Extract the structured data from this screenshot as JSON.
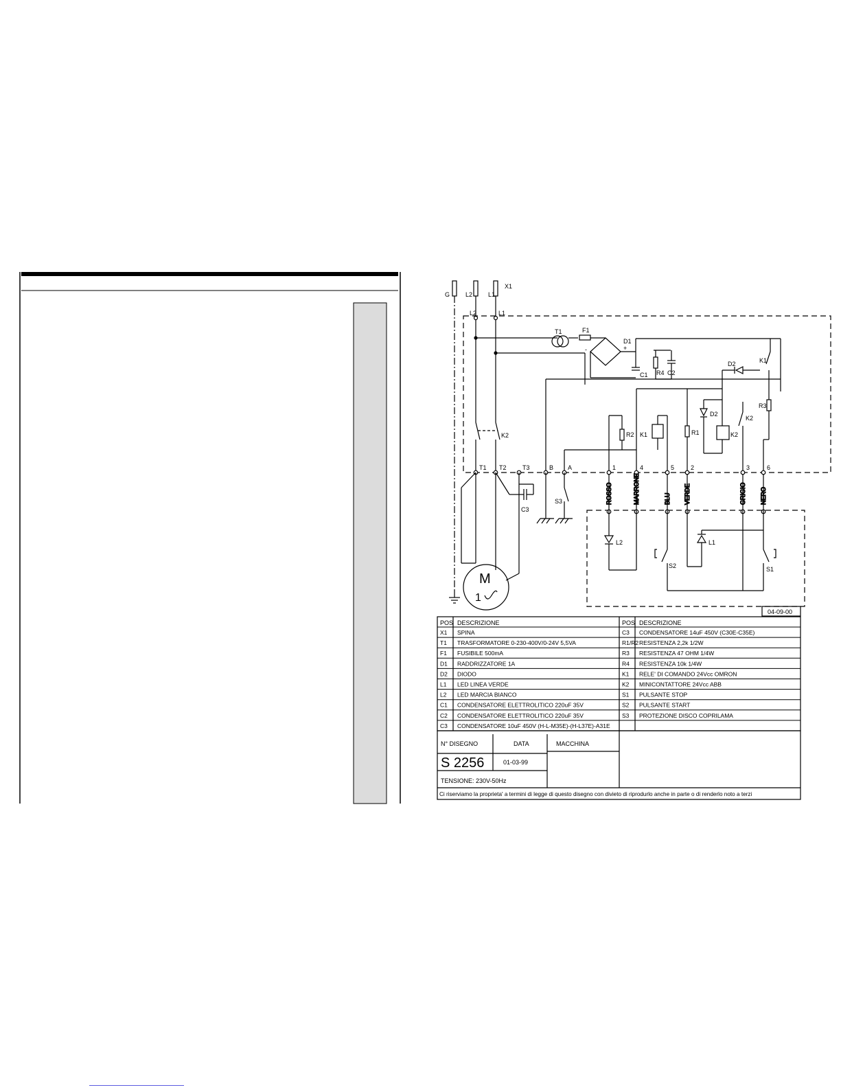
{
  "diagram": {
    "terminals_top": [
      "G",
      "L2",
      "L1",
      "X1"
    ],
    "inner_terminals_top": [
      "L2",
      "L1"
    ],
    "components": {
      "transformer": "T1",
      "fuse": "F1",
      "rectifier": "D1",
      "rectifier_plus": "+",
      "rectifier_minus": "-",
      "cap_c1": "C1",
      "res_r4": "R4",
      "cap_c2": "C2",
      "diode_d2_top": "D2",
      "relay_k1_contact": "K1",
      "res_r3": "R3",
      "diode_d2_mid": "D2",
      "relay_k2_contact": "K2",
      "res_r2": "R2",
      "relay_k1_coil": "K1",
      "res_r1": "R1",
      "relay_k2_coil": "K2",
      "contactor_k2": "K2",
      "cap_c3": "C3",
      "switch_s3": "S3",
      "led_l2": "L2",
      "led_l1": "L1",
      "button_s2": "S2",
      "button_s1": "S1",
      "motor_m": "M",
      "motor_phase": "1"
    },
    "terminal_row": [
      "T1",
      "T2",
      "T3",
      "B",
      "A",
      "1",
      "4",
      "5",
      "2",
      "3",
      "6"
    ],
    "wire_colors": [
      "ROSSO",
      "MARRONE",
      "BLU",
      "VERDE",
      "GRIGIO",
      "NERO"
    ],
    "revision_date": "04-09-00"
  },
  "legend": {
    "header_pos": "POS",
    "header_desc": "DESCRIZIONE",
    "header_desc_right": "DESCRIZIONE",
    "left_rows": [
      {
        "pos": "X1",
        "desc": "SPINA"
      },
      {
        "pos": "T1",
        "desc": "TRASFORMATORE   0-230-400V/0-24V 5,5VA"
      },
      {
        "pos": "F1",
        "desc": "FUSIBILE 500mA"
      },
      {
        "pos": "D1",
        "desc": "RADDRIZZATORE 1A"
      },
      {
        "pos": "D2",
        "desc": "DIODO"
      },
      {
        "pos": "L1",
        "desc": "LED LINEA VERDE"
      },
      {
        "pos": "L2",
        "desc": "LED MARCIA BIANCO"
      },
      {
        "pos": "C1",
        "desc": "CONDENSATORE ELETTROLITICO 220uF 35V"
      },
      {
        "pos": "C2",
        "desc": "CONDENSATORE ELETTROLITICO 220uF 35V"
      },
      {
        "pos": "C3",
        "desc": "CONDENSATORE 10uF 450V (H-L-M35E)-(H-L37E)-A31E"
      }
    ],
    "right_rows": [
      {
        "pos": "C3",
        "desc": "CONDENSATORE 14uF 450V (C30E-C35E)"
      },
      {
        "pos": "R1/R2",
        "desc": "RESISTENZA 2,2k 1/2W"
      },
      {
        "pos": "R3",
        "desc": "RESISTENZA 47 OHM 1/4W"
      },
      {
        "pos": "R4",
        "desc": "RESISTENZA 10k 1/4W"
      },
      {
        "pos": "K1",
        "desc": "RELE' DI COMANDO 24Vcc OMRON"
      },
      {
        "pos": "K2",
        "desc": "MINICONTATTORE 24Vcc ABB"
      },
      {
        "pos": "S1",
        "desc": "PULSANTE STOP"
      },
      {
        "pos": "S2",
        "desc": "PULSANTE START"
      },
      {
        "pos": "S3",
        "desc": "PROTEZIONE DISCO COPRILAMA"
      },
      {
        "pos": "",
        "desc": ""
      }
    ]
  },
  "title_block": {
    "drawing_no_label": "N° DISEGNO",
    "date_label": "DATA",
    "machine_label": "MACCHINA",
    "drawing_no": "S  2256",
    "date": "01-03-99",
    "machine": "",
    "voltage": "TENSIONE: 230V-50Hz",
    "notice": "Ci riserviamo la proprieta' a termini di legge di questo disegno con divieto di riprodurlo anche in parte o di renderlo noto a terzi"
  }
}
